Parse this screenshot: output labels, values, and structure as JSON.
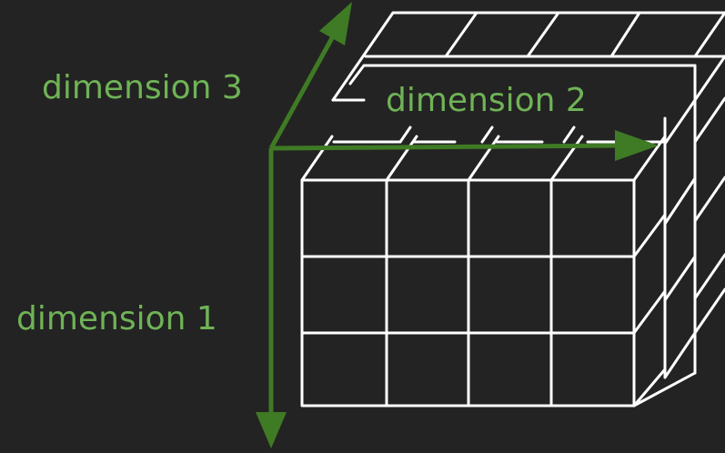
{
  "diagram": {
    "title": "",
    "grid": {
      "rows": 3,
      "columns": 4,
      "depth": 3
    },
    "axes": {
      "dimension_1": "dimension 1",
      "dimension_2": "dimension 2",
      "dimension_3": "dimension 3"
    },
    "colors": {
      "background": "#232323",
      "grid": "#ffffff",
      "axis": "#3f7a24",
      "label": "#6fb356"
    }
  }
}
